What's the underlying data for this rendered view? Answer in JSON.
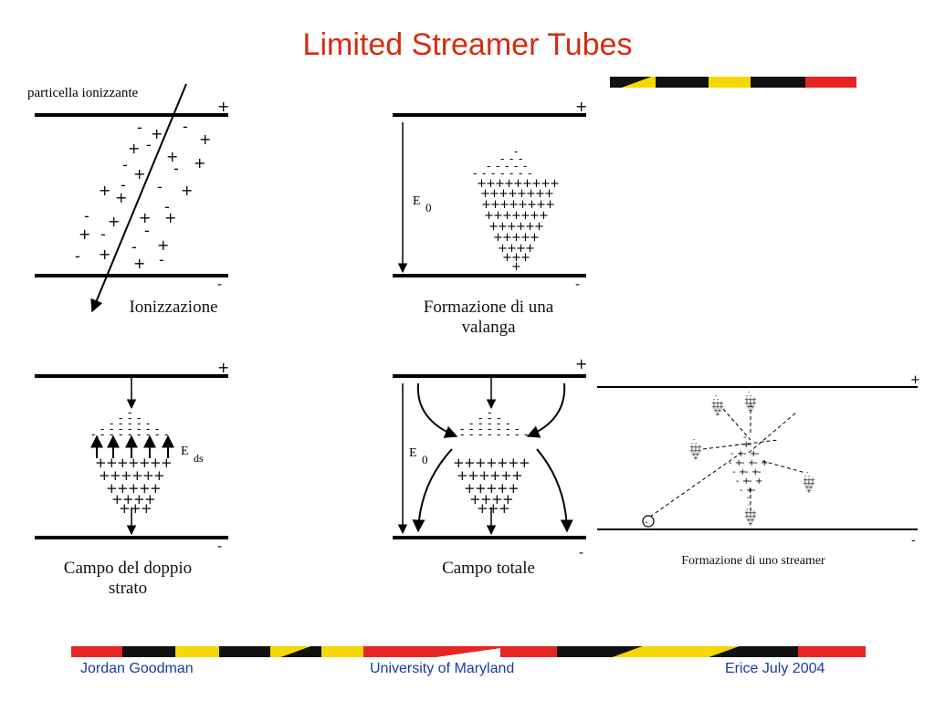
{
  "title": "Limited Streamer Tubes",
  "panels": {
    "ionization": {
      "particle_label": "particella ionizzante",
      "caption": "Ionizzazione"
    },
    "avalanche": {
      "field_label": "E",
      "field_sub": "0",
      "caption_line1": "Formazione di una",
      "caption_line2": "valanga"
    },
    "double_layer": {
      "field_label": "E",
      "field_sub": "ds",
      "caption_line1": "Campo del doppio",
      "caption_line2": "strato"
    },
    "total_field": {
      "field_label": "E",
      "field_sub": "0",
      "caption": "Campo totale"
    },
    "streamer": {
      "caption": "Formazione di uno streamer"
    }
  },
  "electrode_signs": {
    "plus": "+",
    "minus": "-"
  },
  "footer": {
    "left": "Jordan Goodman",
    "center": "University of Maryland",
    "right": "Erice July 2004"
  },
  "colors": {
    "title": "#d42c0f",
    "footer_text": "#1a3aa6",
    "flag_red": "#e52521",
    "flag_yellow": "#f5d800",
    "flag_black": "#111111"
  }
}
